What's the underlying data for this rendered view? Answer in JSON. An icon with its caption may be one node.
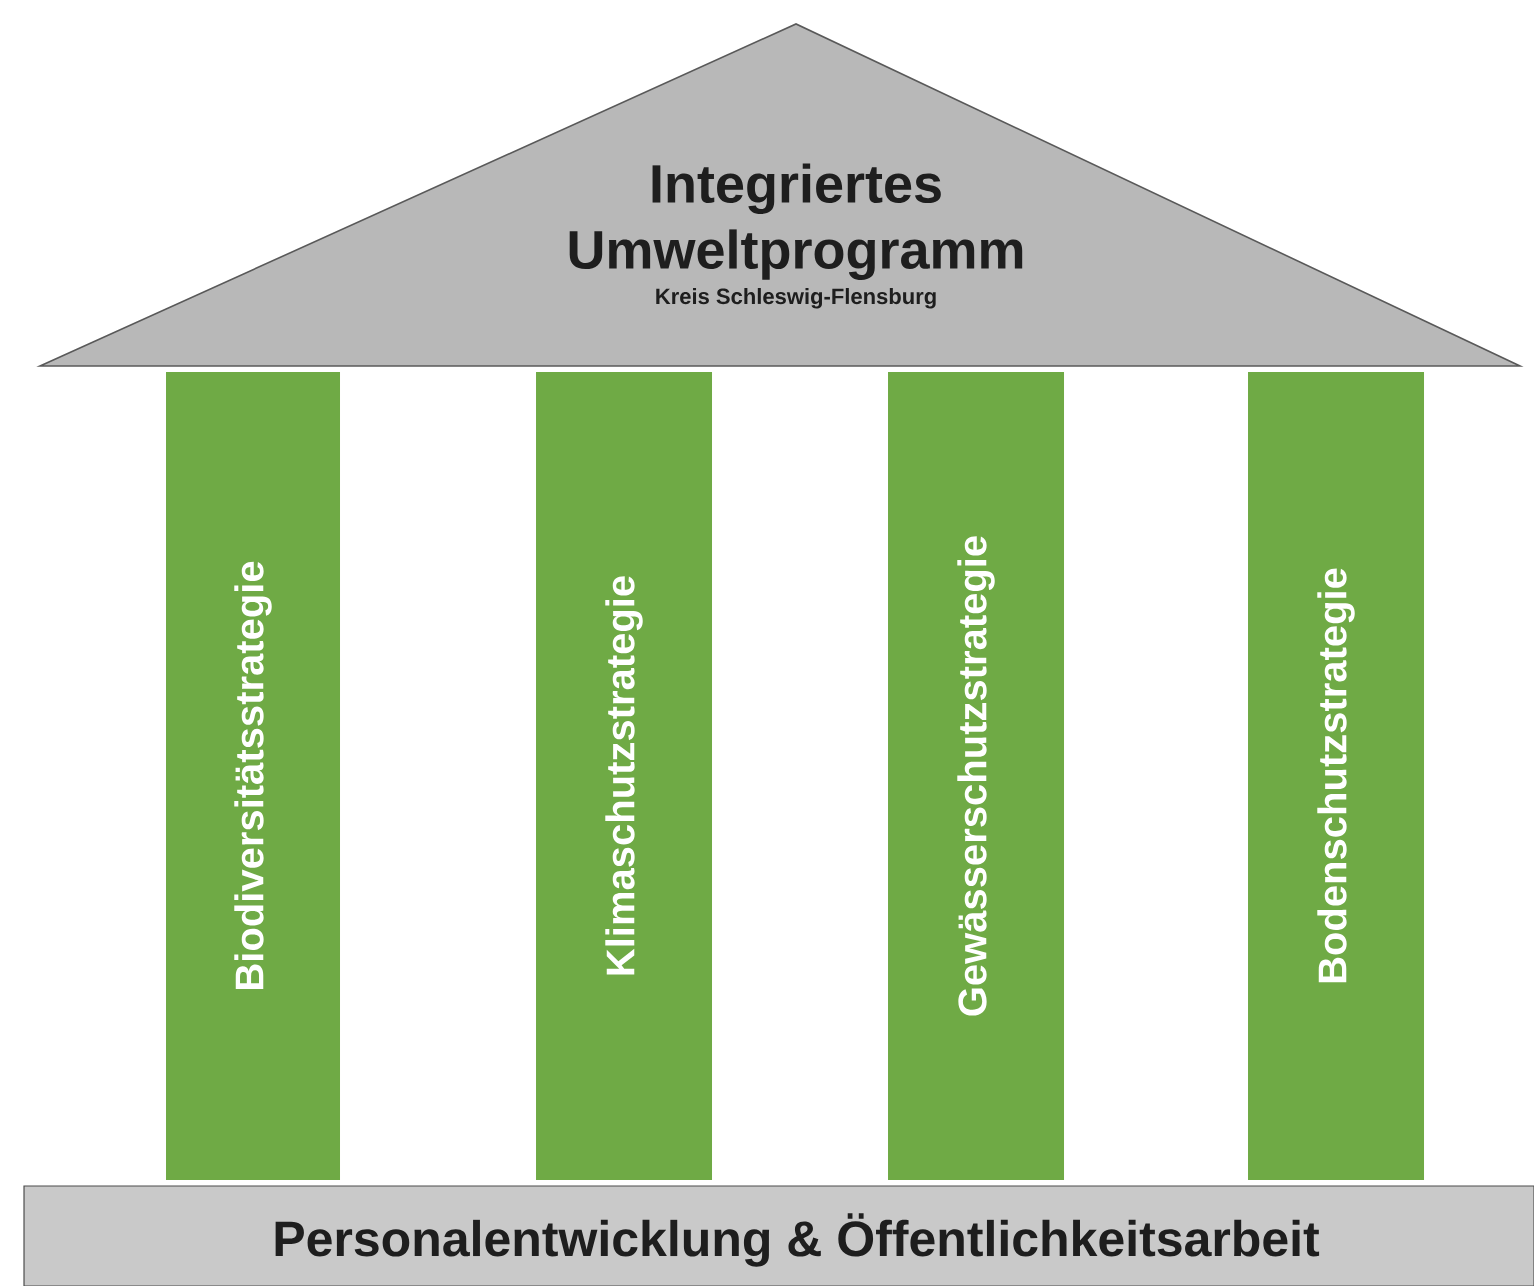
{
  "diagram": {
    "nodes": [
      {
        "text": [
          "Integriertes Umweltprogramm",
          "Kreis Schleswig-Flensburg"
        ]
      },
      {
        "text": [
          "Biodiversitätsstrategie"
        ]
      },
      {
        "text": [
          "Klimaschutzstrategie"
        ]
      },
      {
        "text": [
          "Gewässerschutzstrategie"
        ]
      },
      {
        "text": [
          "Bodenschutzstrategie"
        ]
      },
      {
        "text": [
          "Personalentwicklung & Öffentlichkeitsarbeit"
        ]
      }
    ]
  }
}
